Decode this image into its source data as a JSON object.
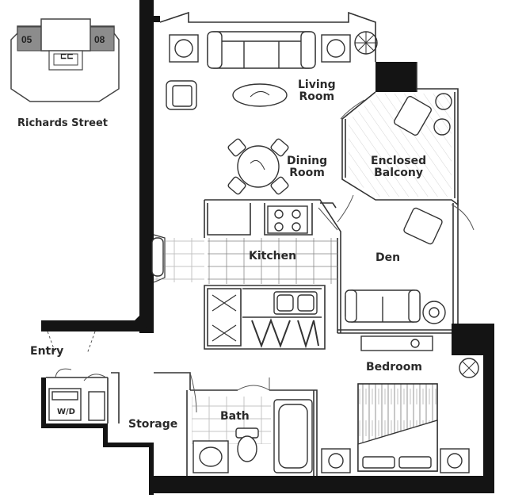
{
  "key_plan": {
    "unit_left": "05",
    "unit_right": "08",
    "elevator_mark": "⊏⊏",
    "street": "Richards Street",
    "highlight_color": "#8c8c8c"
  },
  "rooms": {
    "living": [
      "Living",
      "Room"
    ],
    "dining": [
      "Dining",
      "Room"
    ],
    "balcony": [
      "Enclosed",
      "Balcony"
    ],
    "kitchen": "Kitchen",
    "den": "Den",
    "entry": "Entry",
    "bedroom": "Bedroom",
    "bath": "Bath",
    "storage": "Storage"
  },
  "appliance_label": "W/D",
  "colors": {
    "wall": "#141414",
    "line": "#333333",
    "paper": "#ffffff"
  }
}
